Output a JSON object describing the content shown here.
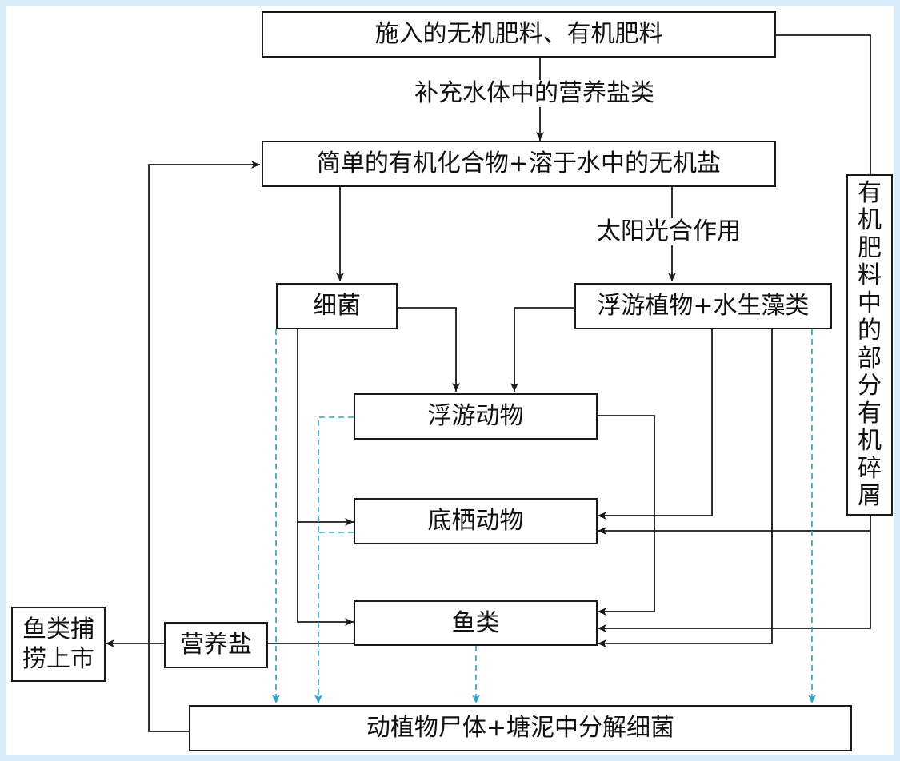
{
  "nodes": {
    "fertilizer": "施入的无机肥料、有机肥料",
    "nutrients_pool": "简单的有机化合物+溶于水中的无机盐",
    "bacteria": "细菌",
    "phytoplankton": "浮游植物+水生藻类",
    "zooplankton": "浮游动物",
    "benthos": "底栖动物",
    "fish": "鱼类",
    "salts": "营养盐",
    "market_line1": "鱼类捕",
    "market_line2": "捞上市",
    "detritus": "动植物尸体+塘泥中分解细菌",
    "organic_debris": [
      "有",
      "机",
      "肥",
      "料",
      "中",
      "的",
      "部",
      "分",
      "有",
      "机",
      "碎",
      "屑"
    ]
  },
  "edge_labels": {
    "supplement": "补充水体中的营养盐类",
    "photosynthesis": "太阳光合作用"
  },
  "colors": {
    "solid_line": "#1a1a1a",
    "dashed_line": "#2aa3c8",
    "page_frame": "#d6ecf7"
  }
}
